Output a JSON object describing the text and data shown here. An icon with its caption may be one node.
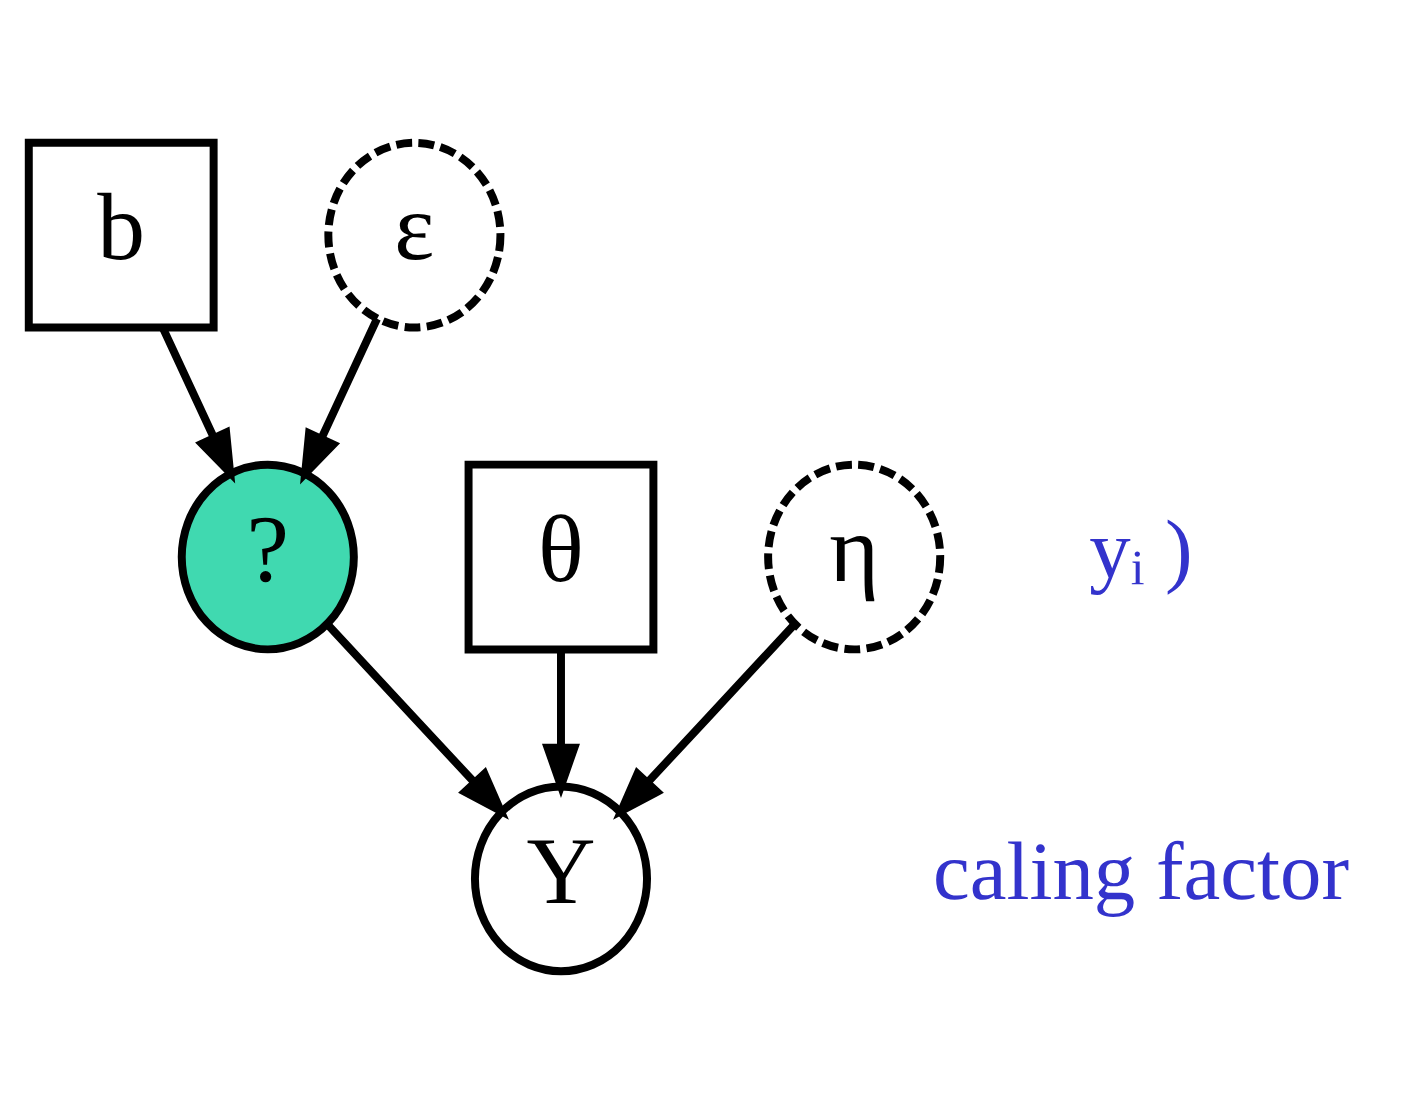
{
  "diagram": {
    "nodes": [
      {
        "text": [
          "b"
        ]
      },
      {
        "text": [
          "ε"
        ]
      },
      {
        "text": [
          "?"
        ]
      },
      {
        "text": [
          "θ"
        ]
      },
      {
        "text": [
          "η"
        ]
      },
      {
        "text": [
          "Y"
        ]
      }
    ],
    "edges": [
      {
        "from": 0,
        "to": 2,
        "arrow": "to"
      },
      {
        "from": 1,
        "to": 2,
        "arrow": "to"
      },
      {
        "from": 2,
        "to": 5,
        "arrow": "to"
      },
      {
        "from": 3,
        "to": 5,
        "arrow": "to"
      },
      {
        "from": 4,
        "to": 5,
        "arrow": "to"
      }
    ],
    "labels": [
      "yᵢ )",
      "caling factor"
    ]
  }
}
